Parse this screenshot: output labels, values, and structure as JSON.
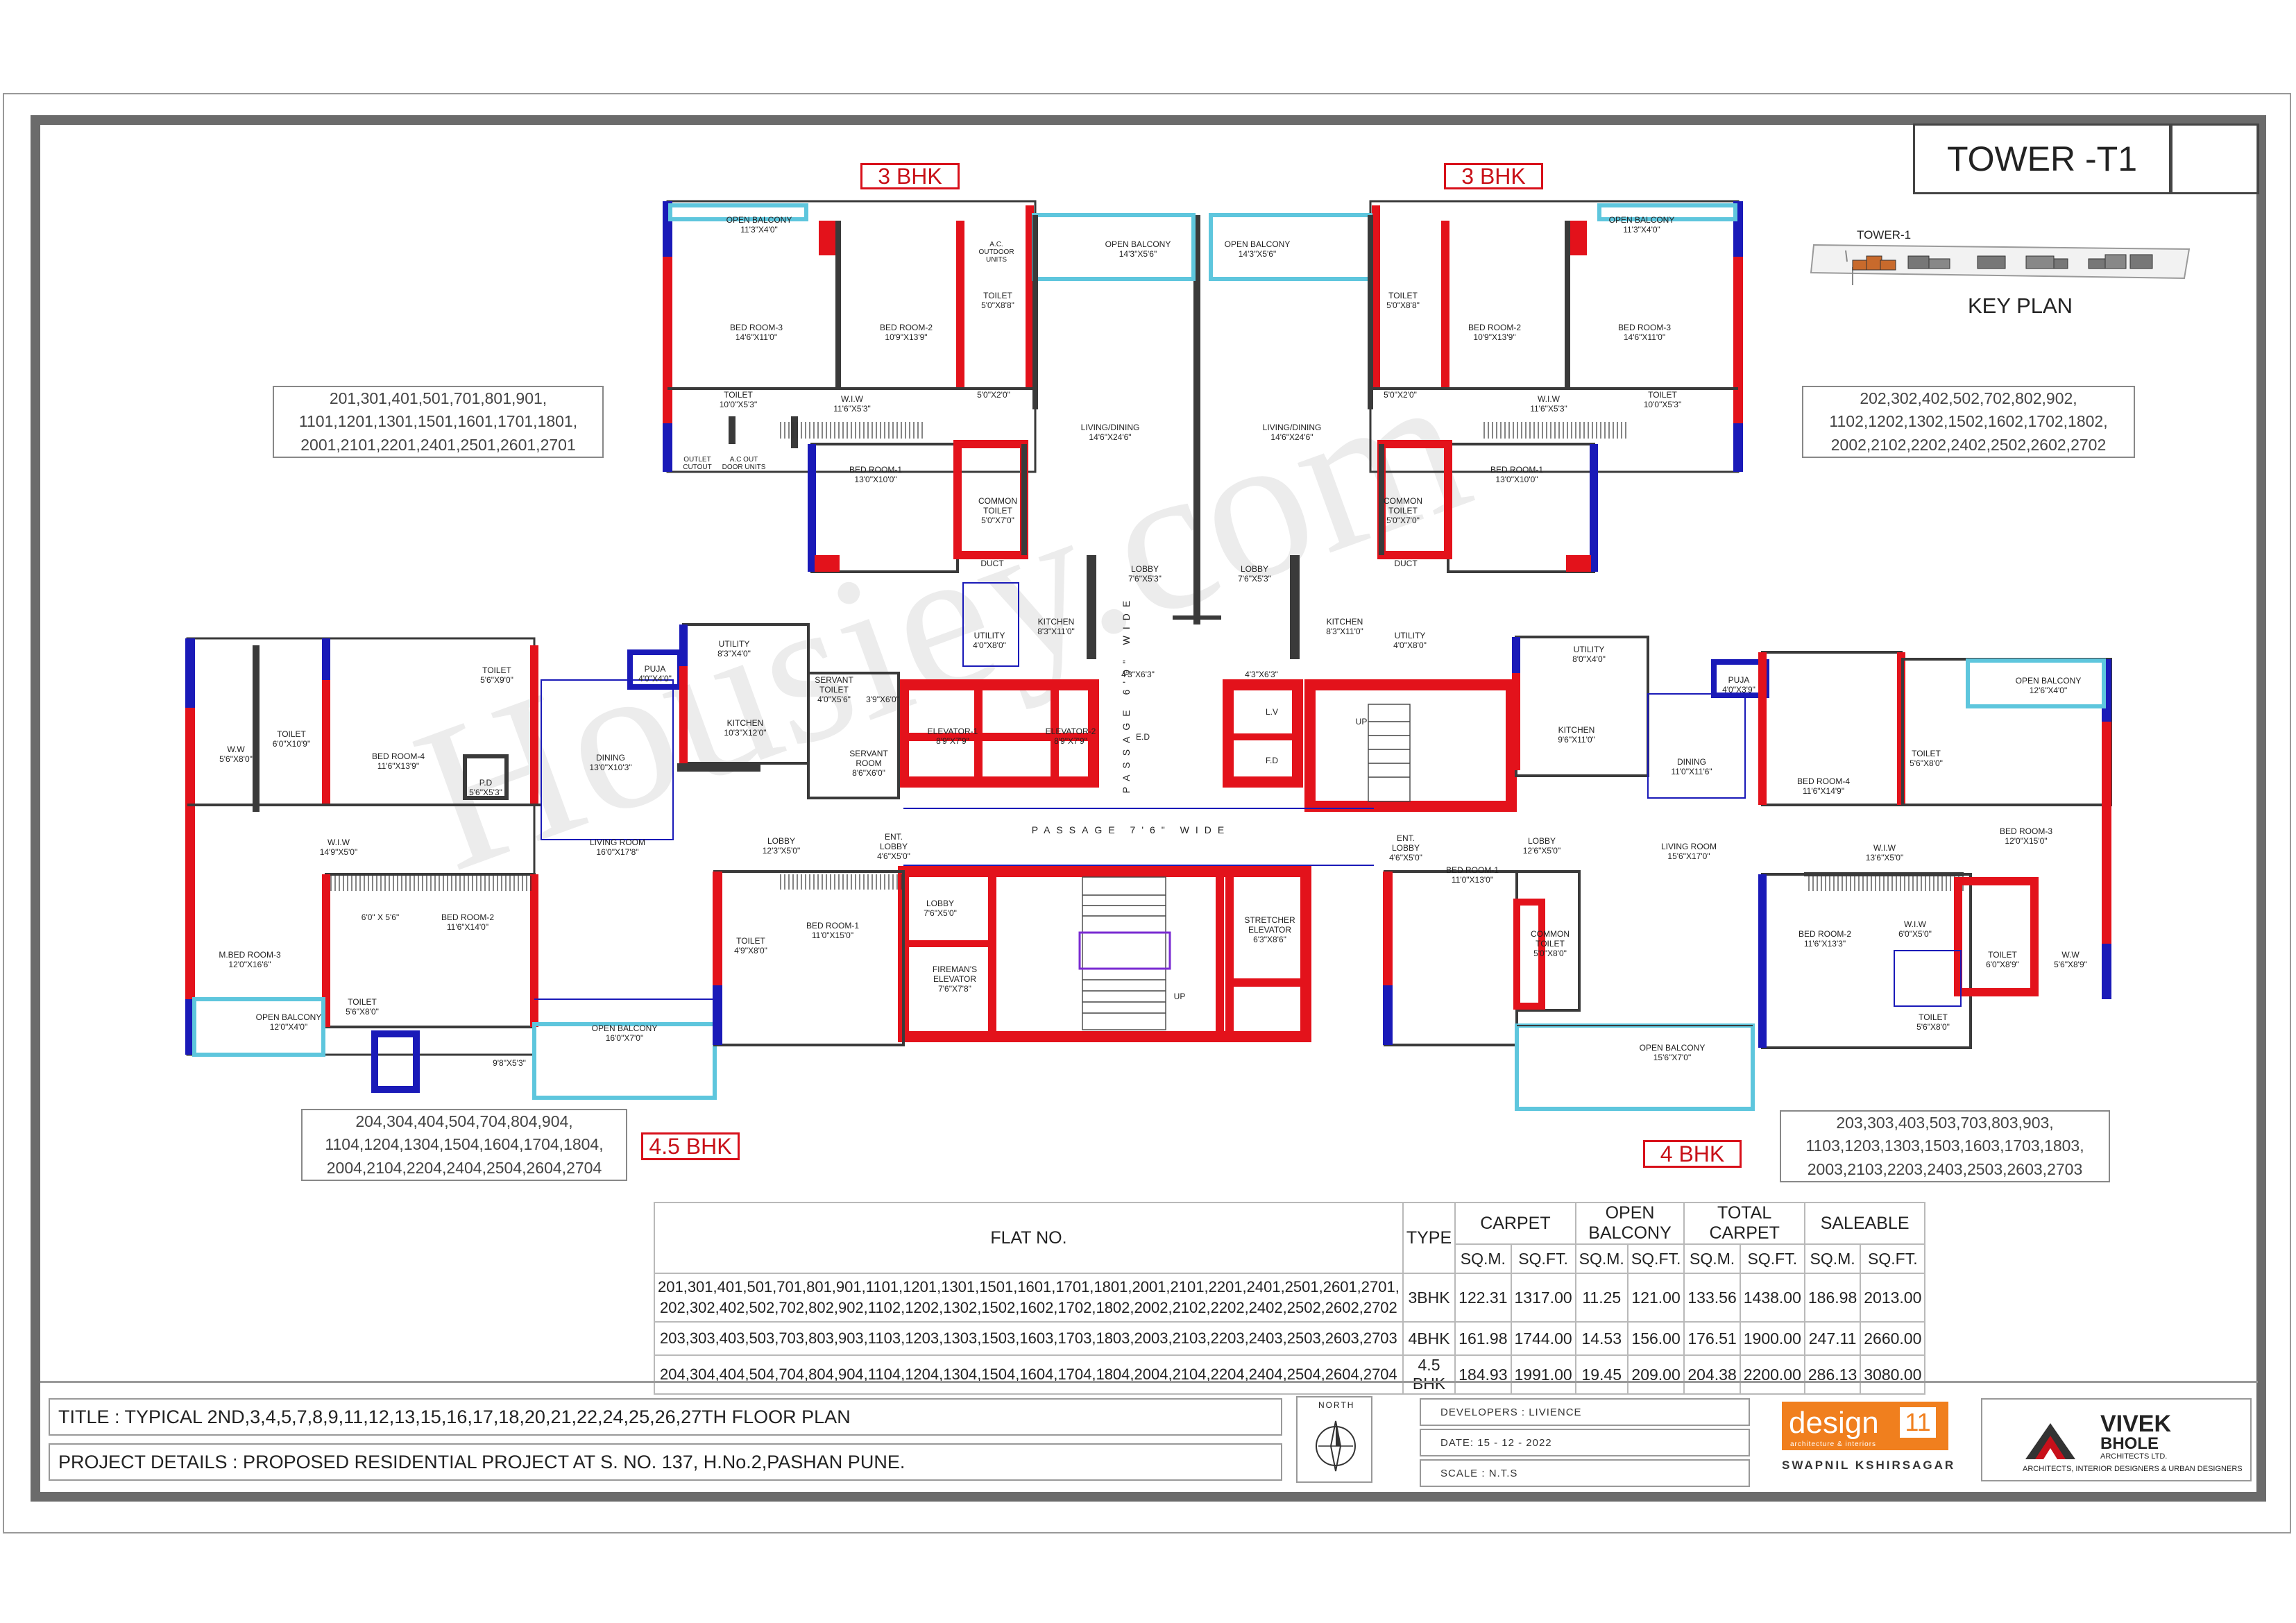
{
  "sheet": {
    "tower_title": "TOWER -T1",
    "key_plan": {
      "label": "KEY PLAN",
      "tower_label": "TOWER-1"
    },
    "watermark": "Housiey.com"
  },
  "plan": {
    "bhk_tags": {
      "top_left": "3 BHK",
      "top_right": "3 BHK",
      "bottom_left": "4.5 BHK",
      "bottom_right": "4 BHK"
    },
    "unit_boxes": {
      "top_left": [
        "201,301,401,501,701,801,901,",
        "1101,1201,1301,1501,1601,1701,1801,",
        "2001,2101,2201,2401,2501,2601,2701"
      ],
      "top_right": [
        "202,302,402,502,702,802,902,",
        "1102,1202,1302,1502,1602,1702,1802,",
        "2002,2102,2202,2402,2502,2602,2702"
      ],
      "bottom_left": [
        "204,304,404,504,704,804,904,",
        "1104,1204,1304,1504,1604,1704,1804,",
        "2004,2104,2204,2404,2504,2604,2704"
      ],
      "bottom_right": [
        "203,303,403,503,703,803,903,",
        "1103,1203,1303,1503,1603,1703,1803,",
        "2003,2103,2203,2403,2503,2603,2703"
      ]
    },
    "rooms_3bhk_left": {
      "open_balcony_1": [
        "OPEN BALCONY",
        "11'3\"X4'0\""
      ],
      "open_balcony_2": [
        "OPEN BALCONY",
        "14'3\"X5'6\""
      ],
      "bed_room_3": [
        "BED ROOM-3",
        "14'6\"X11'0\""
      ],
      "bed_room_2": [
        "BED ROOM-2",
        "10'9\"X13'9\""
      ],
      "toilet_1": [
        "TOILET",
        "5'0\"X8'8\""
      ],
      "toilet_2": [
        "TOILET",
        "10'0\"X5'3\""
      ],
      "wiw": [
        "W.I.W",
        "11'6\"X5'3\""
      ],
      "shaft": "5'0\"X2'0\"",
      "living": [
        "LIVING/DINING",
        "14'6\"X24'6\""
      ],
      "bed_room_1": [
        "BED ROOM-1",
        "13'0\"X10'0\""
      ],
      "common_toilet": [
        "COMMON",
        "TOILET",
        "5'0\"X7'0\""
      ],
      "duct": "DUCT",
      "lobby": [
        "LOBBY",
        "7'6\"X5'3\""
      ],
      "kitchen": [
        "KITCHEN",
        "8'3\"X11'0\""
      ],
      "utility": [
        "UTILITY",
        "4'0\"X8'0\""
      ],
      "passage": "4'3\"X6'3\""
    },
    "rooms_3bhk_right": {
      "open_balcony_1": [
        "OPEN BALCONY",
        "11'3\"X4'0\""
      ],
      "open_balcony_2": [
        "OPEN BALCONY",
        "14'3\"X5'6\""
      ],
      "bed_room_3": [
        "BED ROOM-3",
        "14'6\"X11'0\""
      ],
      "bed_room_2": [
        "BED ROOM-2",
        "10'9\"X13'9\""
      ],
      "toilet_1": [
        "TOILET",
        "5'0\"X8'8\""
      ],
      "toilet_2": [
        "TOILET",
        "10'0\"X5'3\""
      ],
      "wiw": [
        "W.I.W",
        "11'6\"X5'3\""
      ],
      "shaft": "5'0\"X2'0\"",
      "living": [
        "LIVING/DINING",
        "14'6\"X24'6\""
      ],
      "bed_room_1": [
        "BED ROOM-1",
        "13'0\"X10'0\""
      ],
      "common_toilet": [
        "COMMON",
        "TOILET",
        "5'0\"X7'0\""
      ],
      "duct": "DUCT",
      "lobby": [
        "LOBBY",
        "7'6\"X5'3\""
      ],
      "kitchen": [
        "KITCHEN",
        "8'3\"X11'0\""
      ],
      "utility": [
        "UTILITY",
        "4'0\"X8'0\""
      ],
      "passage": "4'3\"X6'3\""
    },
    "rooms_45bhk": {
      "toilet_a": [
        "TOILET",
        "5'6\"X9'0\""
      ],
      "toilet_b": [
        "TOILET",
        "6'0\"X10'9\""
      ],
      "ww": [
        "W.W",
        "5'6\"X8'0\""
      ],
      "bed_room_4": [
        "BED ROOM-4",
        "11'6\"X13'9\""
      ],
      "pd": [
        "P.D",
        "5'6\"X5'3\""
      ],
      "puja": [
        "PUJA",
        "4'0\"X4'0\""
      ],
      "utility": [
        "UTILITY",
        "8'3\"X4'0\""
      ],
      "kitchen": [
        "KITCHEN",
        "10'3\"X12'0\""
      ],
      "servant_toilet": [
        "SERVANT",
        "TOILET",
        "4'0\"X5'6\""
      ],
      "shaft": "3'9\"X6'0\"",
      "servant_room": [
        "SERVANT",
        "ROOM",
        "8'6\"X6'0\""
      ],
      "dining": [
        "DINING",
        "13'0\"X10'3\""
      ],
      "wiw": [
        "W.I.W",
        "14'9\"X5'0\""
      ],
      "living": [
        "LIVING ROOM",
        "16'0\"X17'8\""
      ],
      "lobby": [
        "LOBBY",
        "12'3\"X5'0\""
      ],
      "ent_lobby": [
        "ENT.",
        "LOBBY",
        "4'6\"X5'0\""
      ],
      "m_bed_room_3": [
        "M.BED ROOM-3",
        "12'0\"X16'6\""
      ],
      "niche": "6'0\" X 5'6\"",
      "bed_room_2": [
        "BED ROOM-2",
        "11'6\"X14'0\""
      ],
      "toilet_c": [
        "TOILET",
        "5'6\"X8'0\""
      ],
      "toilet_d": [
        "TOILET",
        "4'9\"X8'0\""
      ],
      "bed_room_1": [
        "BED ROOM-1",
        "11'0\"X15'0\""
      ],
      "open_balcony_1": [
        "OPEN BALCONY",
        "12'0\"X4'0\""
      ],
      "open_balcony_2": [
        "OPEN BALCONY",
        "16'0\"X7'0\""
      ],
      "balcony_dim": "9'8\"X5'3\""
    },
    "rooms_4bhk": {
      "utility": [
        "UTILITY",
        "8'0\"X4'0\""
      ],
      "kitchen": [
        "KITCHEN",
        "9'6\"X11'0\""
      ],
      "puja": [
        "PUJA",
        "4'0\"X3'9\""
      ],
      "dining": [
        "DINING",
        "11'0\"X11'6\""
      ],
      "bed_room_4": [
        "BED ROOM-4",
        "11'6\"X14'9\""
      ],
      "toilet_a": [
        "TOILET",
        "5'6\"X8'0\""
      ],
      "open_balcony_1": [
        "OPEN BALCONY",
        "12'6\"X4'0\""
      ],
      "bed_room_3": [
        "BED ROOM-3",
        "12'0\"X15'0\""
      ],
      "wiw_a": [
        "W.I.W",
        "13'6\"X5'0\""
      ],
      "ent_lobby": [
        "ENT.",
        "LOBBY",
        "4'6\"X5'0\""
      ],
      "lobby": [
        "LOBBY",
        "12'6\"X5'0\""
      ],
      "living": [
        "LIVING ROOM",
        "15'6\"X17'0\""
      ],
      "bed_room_1": [
        "BED ROOM-1",
        "11'0\"X13'0\""
      ],
      "common_toilet": [
        "COMMON",
        "TOILET",
        "5'0\"X8'0\""
      ],
      "bed_room_2": [
        "BED ROOM-2",
        "11'6\"X13'3\""
      ],
      "wiw_b": [
        "W.I.W",
        "6'0\"X5'0\""
      ],
      "toilet_b": [
        "TOILET",
        "6'0\"X8'9\""
      ],
      "ww": [
        "W.W",
        "5'6\"X8'9\""
      ],
      "toilet_c": [
        "TOILET",
        "5'6\"X8'0\""
      ],
      "open_balcony_2": [
        "OPEN BALCONY",
        "15'6\"X7'0\""
      ]
    },
    "core": {
      "elevator_1": [
        "ELEVATOR-1",
        "8'9\"X7'9\""
      ],
      "elevator_2": [
        "ELEVATOR-2",
        "8'9\"X7'9\""
      ],
      "ed": "E.D",
      "lv": "L.V",
      "fd": "F.D",
      "up": "UP",
      "passage_h": "PASSAGE 7'6\" WIDE",
      "passage_v": "PASSAGE 6'0\" WIDE",
      "lobby": [
        "LOBBY",
        "7'6\"X5'0\""
      ],
      "firemans": [
        "FIREMAN'S",
        "ELEVATOR",
        "7'6\"X7'8\""
      ],
      "stretcher": [
        "STRETCHER",
        "ELEVATOR",
        "6'3\"X8'6\""
      ],
      "ac_units": [
        "A.C.",
        "OUTDOOR",
        "UNITS"
      ],
      "outlet": "OUTLET",
      "cutout": "CUTOUT",
      "ac_out": [
        "A.C OUT",
        "DOOR UNITS"
      ]
    }
  },
  "area_table": {
    "headers": {
      "flat_no": "FLAT NO.",
      "type": "TYPE",
      "carpet": "CARPET",
      "open_balcony": "OPEN BALCONY",
      "total_carpet": "TOTAL CARPET",
      "saleable": "SALEABLE",
      "sqm": "SQ.M.",
      "sqft": "SQ.FT."
    },
    "rows": [
      {
        "flats": [
          "201,301,401,501,701,801,901,1101,1201,1301,1501,1601,1701,1801,2001,2101,2201,2401,2501,2601,2701,",
          "202,302,402,502,702,802,902,1102,1202,1302,1502,1602,1702,1802,2002,2102,2202,2402,2502,2602,2702"
        ],
        "type": "3BHK",
        "carpet_sqm": "122.31",
        "carpet_sqft": "1317.00",
        "balcony_sqm": "11.25",
        "balcony_sqft": "121.00",
        "total_sqm": "133.56",
        "total_sqft": "1438.00",
        "sale_sqm": "186.98",
        "sale_sqft": "2013.00"
      },
      {
        "flats": [
          "203,303,403,503,703,803,903,1103,1203,1303,1503,1603,1703,1803,2003,2103,2203,2403,2503,2603,2703"
        ],
        "type": "4BHK",
        "carpet_sqm": "161.98",
        "carpet_sqft": "1744.00",
        "balcony_sqm": "14.53",
        "balcony_sqft": "156.00",
        "total_sqm": "176.51",
        "total_sqft": "1900.00",
        "sale_sqm": "247.11",
        "sale_sqft": "2660.00"
      },
      {
        "flats": [
          "204,304,404,504,704,804,904,1104,1204,1304,1504,1604,1704,1804,2004,2104,2204,2404,2504,2604,2704"
        ],
        "type": "4.5 BHK",
        "carpet_sqm": "184.93",
        "carpet_sqft": "1991.00",
        "balcony_sqm": "19.45",
        "balcony_sqft": "209.00",
        "total_sqm": "204.38",
        "total_sqft": "2200.00",
        "sale_sqm": "286.13",
        "sale_sqft": "3080.00"
      }
    ]
  },
  "info_strip": {
    "title": "TITLE  : TYPICAL  2ND,3,4,5,7,8,9,11,12,13,15,16,17,18,20,21,22,24,25,26,27TH FLOOR PLAN",
    "project": "PROJECT  DETAILS : PROPOSED RESIDENTIAL PROJECT AT S. NO. 137, H.No.2,PASHAN PUNE.",
    "north": "NORTH",
    "developers": "DEVELOPERS : LIVIENCE",
    "date": "DATE:   15 - 12 - 2022",
    "scale": "SCALE : N.T.S",
    "design_logo": "design",
    "design_logo_num": "11",
    "design_tag": "architecture & interiors",
    "design_name": "SWAPNIL KSHIRSAGAR",
    "vivek_name_1": "VIVEK",
    "vivek_name_2": "BHOLE",
    "vivek_sub": "ARCHITECTS LTD.",
    "vivek_tag": "ARCHITECTS, INTERIOR DESIGNERS & URBAN DESIGNERS"
  },
  "colors": {
    "wall_red": "#e3121b",
    "wall_blue": "#1a1ab8",
    "wall_dark": "#3a3a3a",
    "glass": "#5ec6dd",
    "design_orange": "#f07f1e"
  }
}
